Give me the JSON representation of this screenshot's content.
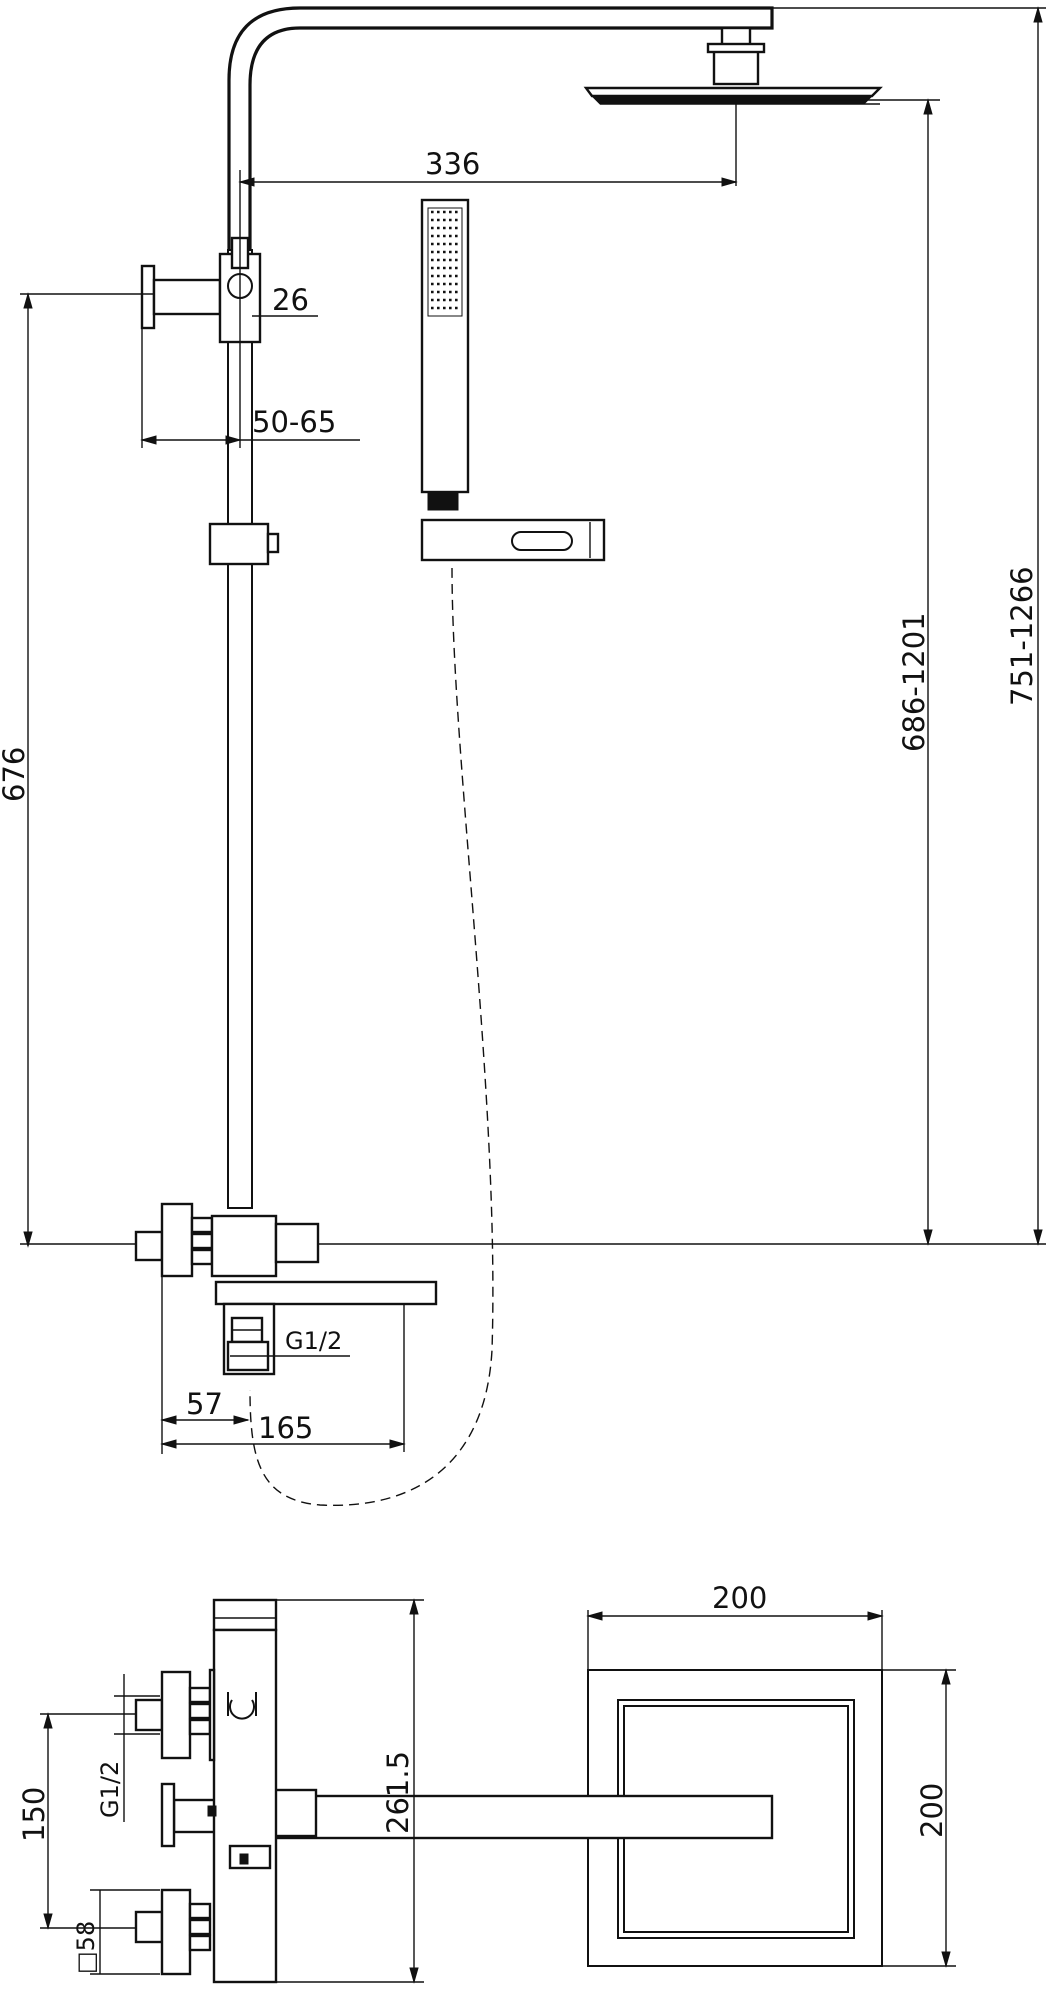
{
  "dimensions": {
    "head_reach": "336",
    "pipe_diameter": "26",
    "wall_distance": "50-65",
    "rail_height": "676",
    "head_height_range": "686-1201",
    "total_height_range": "751-1266",
    "inlet_thread_top": "G1/2",
    "spout_offset": "57",
    "spout_length": "165",
    "head_width": "200",
    "head_depth": "200",
    "body_height": "261.5",
    "inlet_spacing": "150",
    "inlet_thread_bottom": "G1/2",
    "flange_size": "□58"
  }
}
